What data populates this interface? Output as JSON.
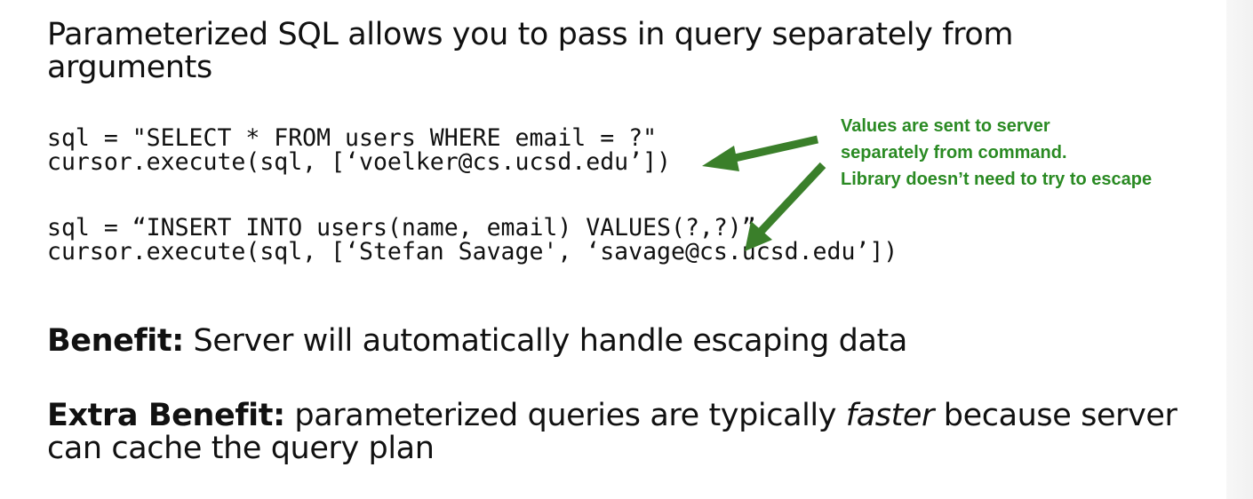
{
  "slide": {
    "heading": "Parameterized SQL allows you to pass in query separately from arguments",
    "code": {
      "select_line": "sql = \"SELECT * FROM users WHERE email = ?\"",
      "select_exec": "cursor.execute(sql, [‘voelker@cs.ucsd.edu’])",
      "insert_line": "sql = “INSERT INTO users(name, email) VALUES(?,?)”",
      "insert_exec": "cursor.execute(sql, [‘Stefan Savage', ‘savage@cs.ucsd.edu’])"
    },
    "callout": {
      "lines": [
        "Values are sent to server",
        "separately from command.",
        "Library doesn’t need to try to escape"
      ],
      "color": "#2a8a23"
    },
    "benefit": {
      "label": "Benefit:",
      "text": " Server will automatically handle escaping data"
    },
    "extra_benefit": {
      "label": "Extra Benefit:",
      "text_before": " parameterized queries are typically ",
      "emphasis": "faster",
      "text_after": " because server can cache the query plan"
    }
  }
}
